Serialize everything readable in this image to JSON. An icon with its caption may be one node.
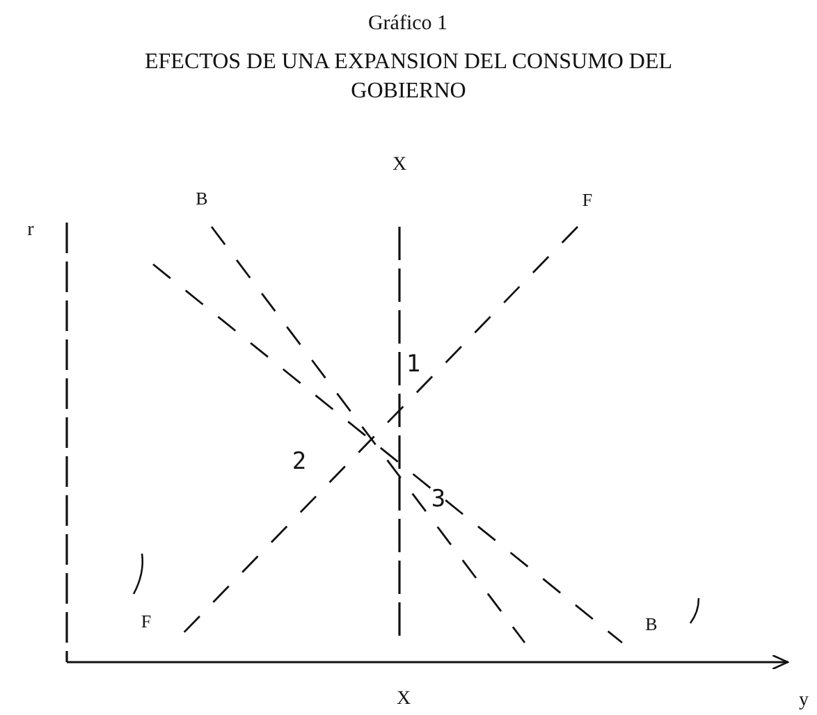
{
  "diagram": {
    "title": "EFECTOS DE UNA EXPANSION DEL CONSUMO DEL GOBIERNO",
    "labels": [
      "Gráfico 1",
      "X",
      "B",
      "F",
      "r",
      "1",
      "2",
      "3",
      "F",
      "B",
      "X",
      "y"
    ]
  }
}
